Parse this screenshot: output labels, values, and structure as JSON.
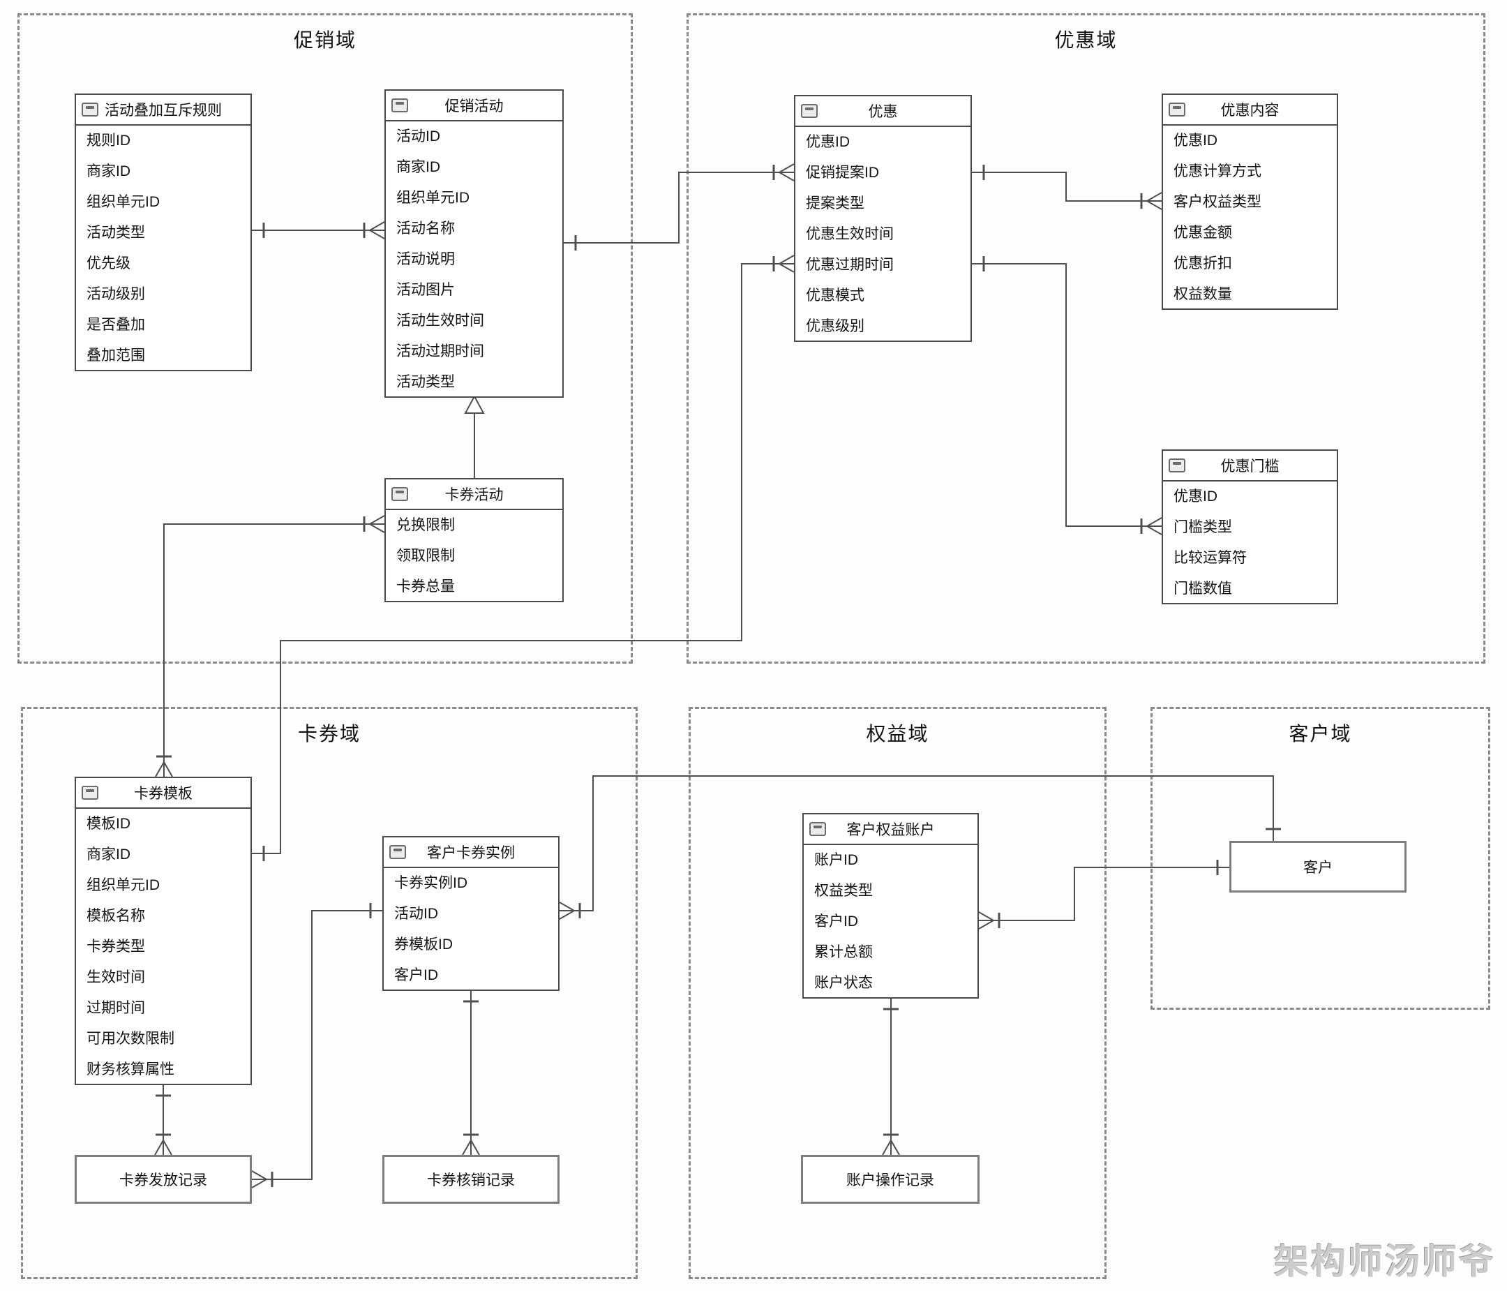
{
  "diagram": {
    "watermark": "架构师汤师爷",
    "colors": {
      "line": "#4e4e4e",
      "entity_border": "#4a4a4a",
      "plain_box_border": "#7d7d7d",
      "domain_border": "#8a8a8a",
      "text": "#141414",
      "watermark": "#cccccc",
      "background": "#fdfdfd"
    },
    "domains": [
      {
        "id": "promo",
        "label": "促销域"
      },
      {
        "id": "youhuiyu",
        "label": "优惠域"
      },
      {
        "id": "kaquan",
        "label": "卡券域"
      },
      {
        "id": "quanyi",
        "label": "权益域"
      },
      {
        "id": "kehu",
        "label": "客户域"
      }
    ],
    "entities": [
      {
        "id": "rule",
        "domain": "promo",
        "title": "活动叠加互斥规则",
        "fields": [
          "规则ID",
          "商家ID",
          "组织单元ID",
          "活动类型",
          "优先级",
          "活动级别",
          "是否叠加",
          "叠加范围"
        ]
      },
      {
        "id": "promoAct",
        "domain": "promo",
        "title": "促销活动",
        "fields": [
          "活动ID",
          "商家ID",
          "组织单元ID",
          "活动名称",
          "活动说明",
          "活动图片",
          "活动生效时间",
          "活动过期时间",
          "活动类型"
        ]
      },
      {
        "id": "couponAct",
        "domain": "promo",
        "title": "卡券活动",
        "fields": [
          "兑换限制",
          "领取限制",
          "卡券总量"
        ]
      },
      {
        "id": "youhui",
        "domain": "youhuiyu",
        "title": "优惠",
        "fields": [
          "优惠ID",
          "促销提案ID",
          "提案类型",
          "优惠生效时间",
          "优惠过期时间",
          "优惠模式",
          "优惠级别"
        ]
      },
      {
        "id": "yhContent",
        "domain": "youhuiyu",
        "title": "优惠内容",
        "fields": [
          "优惠ID",
          "优惠计算方式",
          "客户权益类型",
          "优惠金额",
          "优惠折扣",
          "权益数量"
        ]
      },
      {
        "id": "yhThreshold",
        "domain": "youhuiyu",
        "title": "优惠门槛",
        "fields": [
          "优惠ID",
          "门槛类型",
          "比较运算符",
          "门槛数值"
        ]
      },
      {
        "id": "template",
        "domain": "kaquan",
        "title": "卡券模板",
        "fields": [
          "模板ID",
          "商家ID",
          "组织单元ID",
          "模板名称",
          "卡券类型",
          "生效时间",
          "过期时间",
          "可用次数限制",
          "财务核算属性"
        ]
      },
      {
        "id": "instance",
        "domain": "kaquan",
        "title": "客户卡券实例",
        "fields": [
          "卡券实例ID",
          "活动ID",
          "券模板ID",
          "客户ID"
        ]
      },
      {
        "id": "account",
        "domain": "quanyi",
        "title": "客户权益账户",
        "fields": [
          "账户ID",
          "权益类型",
          "客户ID",
          "累计总额",
          "账户状态"
        ]
      }
    ],
    "boxes": [
      {
        "id": "issueRec",
        "domain": "kaquan",
        "label": "卡券发放记录"
      },
      {
        "id": "redeemRec",
        "domain": "kaquan",
        "label": "卡券核销记录"
      },
      {
        "id": "opRec",
        "domain": "quanyi",
        "label": "账户操作记录"
      },
      {
        "id": "customer",
        "domain": "kehu",
        "label": "客户"
      }
    ],
    "relationships": [
      {
        "from": "rule",
        "to": "promoAct",
        "from_card": "one",
        "to_card": "many"
      },
      {
        "from": "couponAct",
        "to": "promoAct",
        "type": "inheritance"
      },
      {
        "from": "promoAct",
        "to": "youhui",
        "from_card": "one",
        "to_card": "many"
      },
      {
        "from": "template",
        "to": "youhui",
        "from_card": "one",
        "to_card": "many"
      },
      {
        "from": "couponAct",
        "to": "template",
        "from_card": "many",
        "to_card": "many"
      },
      {
        "from": "youhui",
        "to": "yhContent",
        "from_card": "one",
        "to_card": "many"
      },
      {
        "from": "youhui",
        "to": "yhThreshold",
        "from_card": "one",
        "to_card": "many"
      },
      {
        "from": "template",
        "to": "issueRec",
        "from_card": "one",
        "to_card": "many"
      },
      {
        "from": "instance",
        "to": "issueRec",
        "from_card": "one",
        "to_card": "many"
      },
      {
        "from": "instance",
        "to": "redeemRec",
        "from_card": "one",
        "to_card": "many"
      },
      {
        "from": "instance",
        "to": "customer",
        "from_card": "many",
        "to_card": "one"
      },
      {
        "from": "account",
        "to": "customer",
        "from_card": "many",
        "to_card": "one"
      },
      {
        "from": "account",
        "to": "opRec",
        "from_card": "one",
        "to_card": "many"
      }
    ]
  }
}
